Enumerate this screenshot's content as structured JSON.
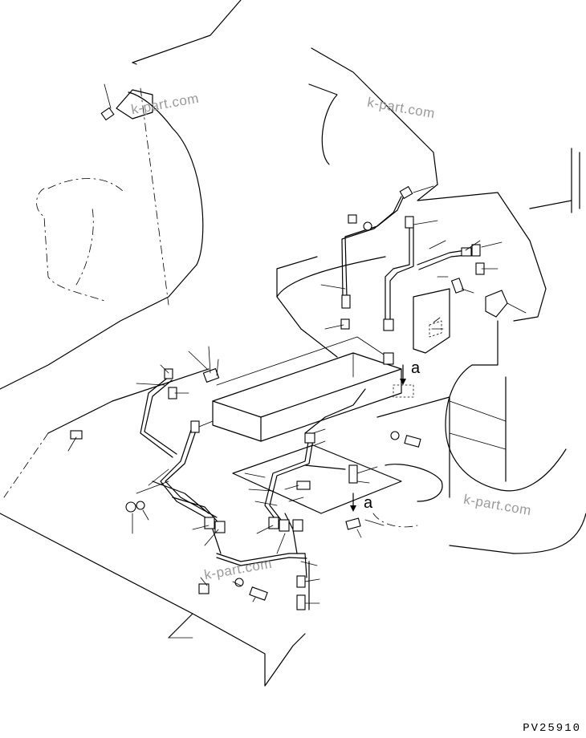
{
  "watermarks": [
    "k-part.com",
    "k-part.com",
    "k-part.com",
    "k-part.com"
  ],
  "view_labels": [
    "a",
    "a"
  ],
  "drawing_code": "PV25910"
}
